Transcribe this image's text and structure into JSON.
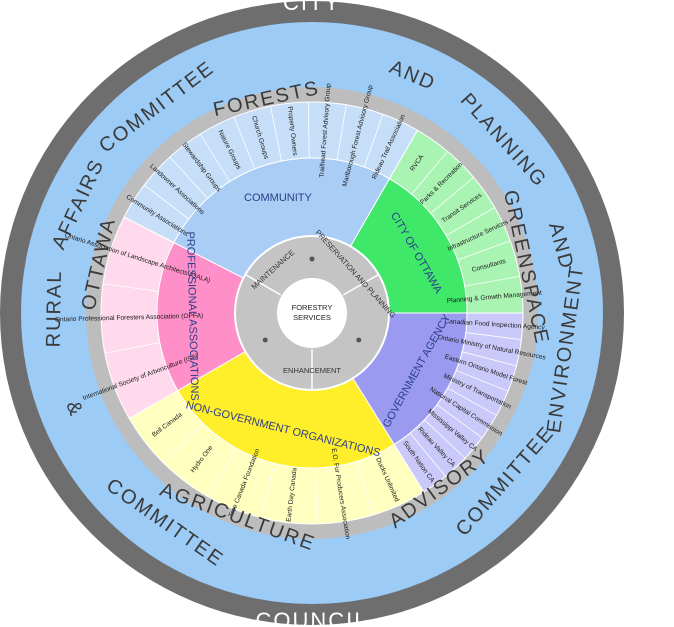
{
  "outer_ring": {
    "words": [
      {
        "text": "CITY",
        "angle": 0,
        "r": 313,
        "tone": "white",
        "flip": false
      },
      {
        "text": "COUNCIL",
        "angle": 180,
        "r": 313,
        "tone": "white",
        "flip": true
      },
      {
        "text": "AND",
        "angle": 23,
        "r": 261,
        "tone": "dark",
        "flip": false
      },
      {
        "text": "PLANNING",
        "angle": 48,
        "r": 261,
        "tone": "dark",
        "flip": false
      },
      {
        "text": "AND",
        "angle": 75,
        "r": 261,
        "tone": "dark",
        "flip": false
      },
      {
        "text": "ENVIRONMENT",
        "angle": 98,
        "r": 261,
        "tone": "dark",
        "flip": true
      },
      {
        "text": "COMMITTEE",
        "angle": 131,
        "r": 261,
        "tone": "dark",
        "flip": true
      },
      {
        "text": "COMMITTEE",
        "angle": 215,
        "r": 261,
        "tone": "dark",
        "flip": true
      },
      {
        "text": "&",
        "angle": 248,
        "r": 261,
        "tone": "dark",
        "flip": true
      },
      {
        "text": "RURAL",
        "angle": 271,
        "r": 261,
        "tone": "dark",
        "flip": false
      },
      {
        "text": "AFFAIRS",
        "angle": 295,
        "r": 261,
        "tone": "dark",
        "flip": false
      },
      {
        "text": "COMMITTEE",
        "angle": 323,
        "r": 261,
        "tone": "dark",
        "flip": false
      }
    ],
    "long_words": [
      {
        "text": "GREENSPACE",
        "angle": 78
      },
      {
        "text": "ADVISORY",
        "angle": 144
      },
      {
        "text": "AGRICULTURE",
        "angle": 200
      }
    ]
  },
  "band_words": [
    {
      "text": "FORESTS",
      "angle": 348,
      "flip": false
    },
    {
      "text": "OTTAWA",
      "angle": 283,
      "flip": false
    }
  ],
  "colors": {
    "outer_gray": "#6e6e6e",
    "light_blue": "#9ccbf5",
    "band_gray": "#bdbdbd",
    "community": "#a9cdf5",
    "community_outer": "#c6def8",
    "city": "#40e86a",
    "city_outer": "#a9f4b3",
    "government": "#9a9af0",
    "government_outer": "#cac9f9",
    "nongov": "#ffee2a",
    "nongov_outer": "#ffffc0",
    "professional": "#ff8fc8",
    "professional_outer": "#ffd9ec",
    "hub": "#c4c4c4"
  },
  "sectors": [
    {
      "key": "community",
      "title": "COMMUNITY",
      "start": 297,
      "end": 30,
      "items": [
        "Community Associations",
        "Landowner Associations",
        "Stewardship Groups",
        "Nature Groups",
        "Church Groups",
        "Property Owners",
        "Trailhead Forest Advisory Group",
        "Marlborough Forest Advisory Group",
        "Rideau Trail Association"
      ]
    },
    {
      "key": "city",
      "title": "CITY OF OTTAWA",
      "start": 30,
      "end": 90,
      "items": [
        "RVCA",
        "Parks & Recreation",
        "Transit Services",
        "Infrastructure Services",
        "Consultants",
        "Planning & Growth Management"
      ]
    },
    {
      "key": "government",
      "title": "GOVERNMENT AGENCY",
      "start": 90,
      "end": 148,
      "items": [
        "Canadian Food Inspection Agency",
        "Ontario Ministry of Natural Resources",
        "Eastern Ontario Model Forest",
        "Ministry of Transportation",
        "National Capital Commission",
        "Mississippi Valley CA",
        "Rideau Valley CA",
        "South Nation CA"
      ]
    },
    {
      "key": "nongov",
      "title": "NON-GOVERNMENT ORGANIZATIONS",
      "start": 148,
      "end": 240,
      "items": [
        "Ducks Unlimited",
        "E.O. Fur Producers Association",
        "Earth Day Canada",
        "Tree Canada Foundation",
        "Hydro One",
        "Bell Canada"
      ]
    },
    {
      "key": "professional",
      "title": "PROFESSIONAL ASSOCIATIONS",
      "start": 240,
      "end": 297,
      "items": [
        "International Society of Arboriculture (ISA)",
        "Ontario Professional Foresters Association (OPFA)",
        "Ontario Association of Landscape Architects (OALA)"
      ]
    }
  ],
  "hub": {
    "words": [
      {
        "text": "MAINTENANCE",
        "angle": 318
      },
      {
        "text": "PRESERVATION AND PLANNING",
        "angle": 48
      },
      {
        "text": "ENHANCEMENT",
        "angle": 180
      }
    ],
    "center_lines": [
      "FORESTRY",
      "SERVICES"
    ]
  }
}
